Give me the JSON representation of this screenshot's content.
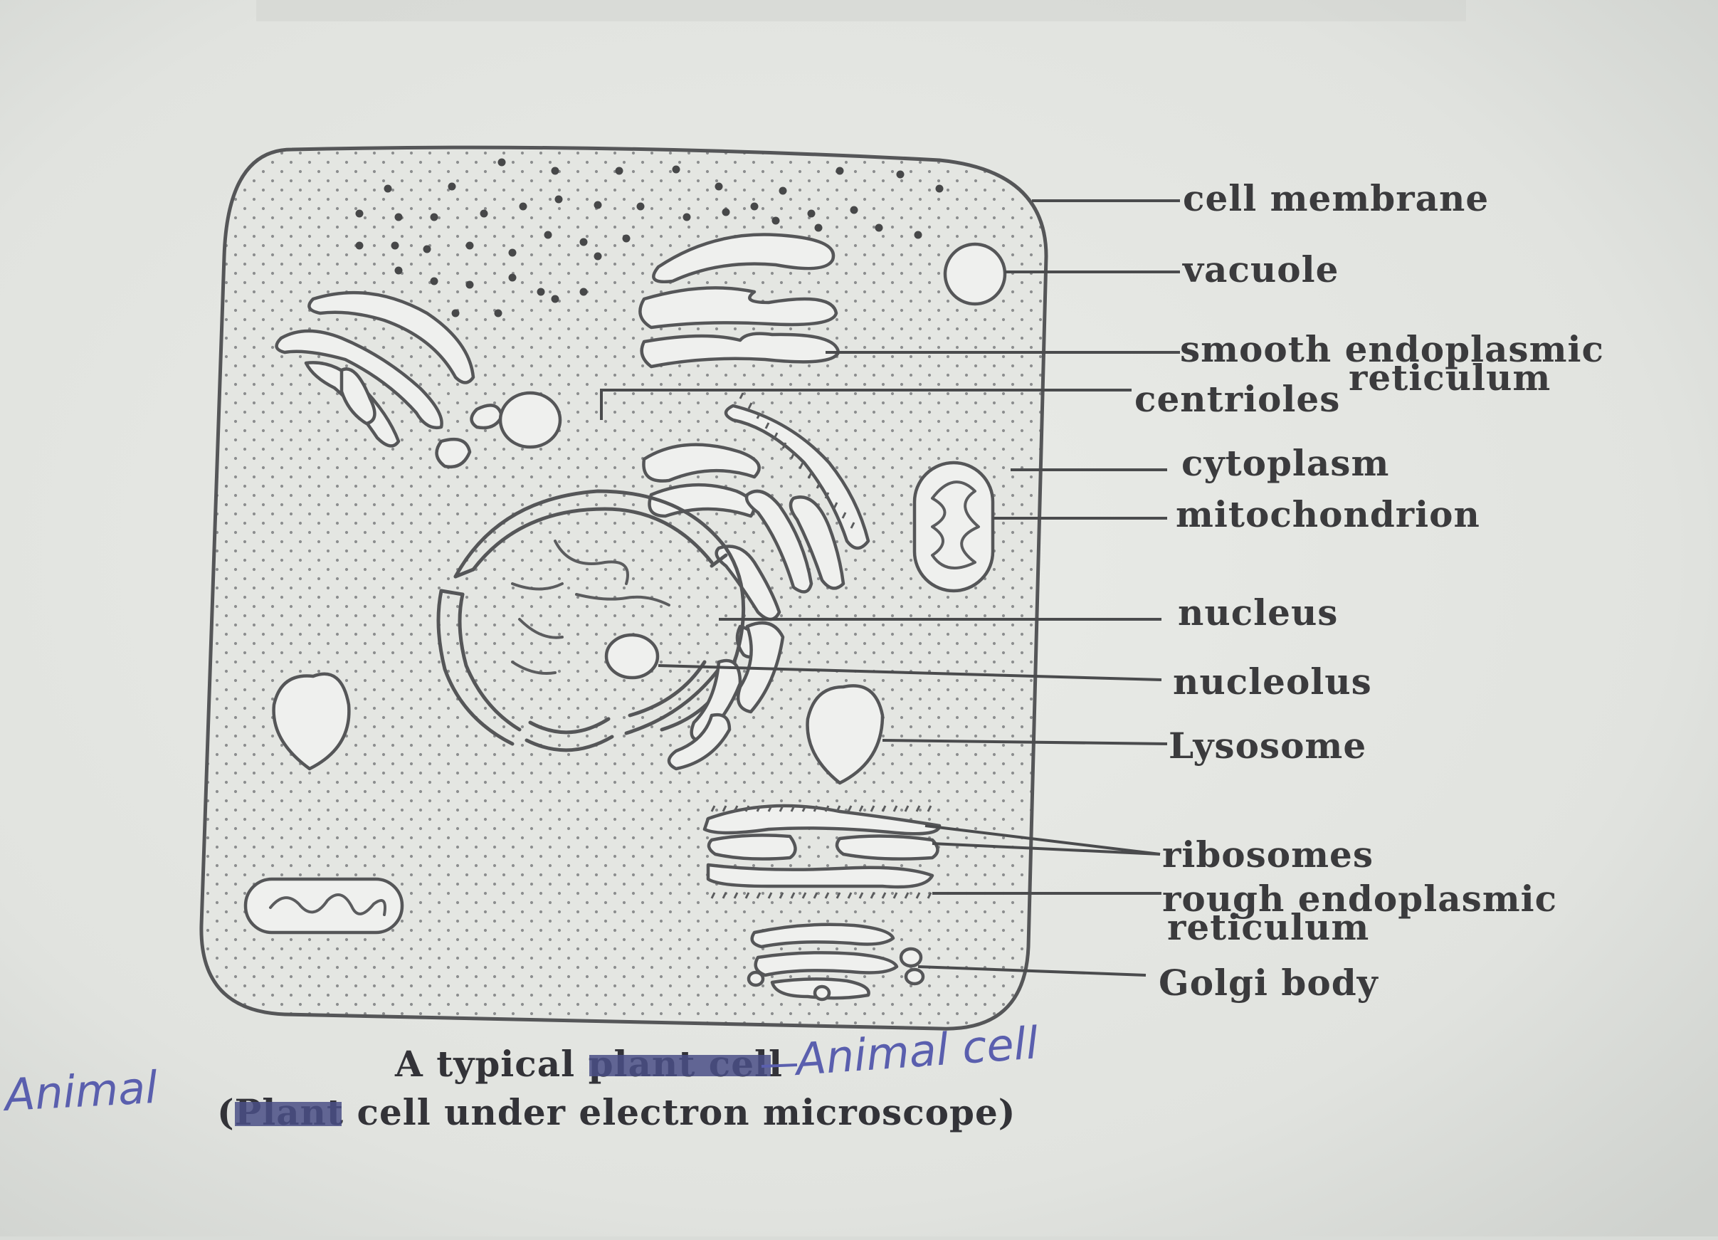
{
  "diagram": {
    "labels": {
      "cell_membrane": "cell membrane",
      "vacuole": "vacuole",
      "smooth_er_line1": "smooth endoplasmic",
      "smooth_er_line2": "reticulum",
      "centrioles": "centrioles",
      "cytoplasm": "cytoplasm",
      "mitochondrion": "mitochondrion",
      "nucleus": "nucleus",
      "nucleolus": "nucleolus",
      "lysosome": "Lysosome",
      "ribosomes": "ribosomes",
      "rough_er_line1": "rough endoplasmic",
      "rough_er_line2": "reticulum",
      "golgi_body": "Golgi body"
    },
    "caption": {
      "line1_prefix": "A typical ",
      "line1_struck": "plant cell",
      "line2_open": "(",
      "line2_struck": "Plant",
      "line2_rest": " cell under electron microscope)"
    },
    "handwriting": {
      "annotation_right": "Animal cell",
      "annotation_left": "Animal"
    },
    "colors": {
      "paper": "#e6e8e4",
      "ink": "#555658",
      "handwriting": "#5a5fae",
      "strike_highlight": "#4a4f86"
    }
  }
}
